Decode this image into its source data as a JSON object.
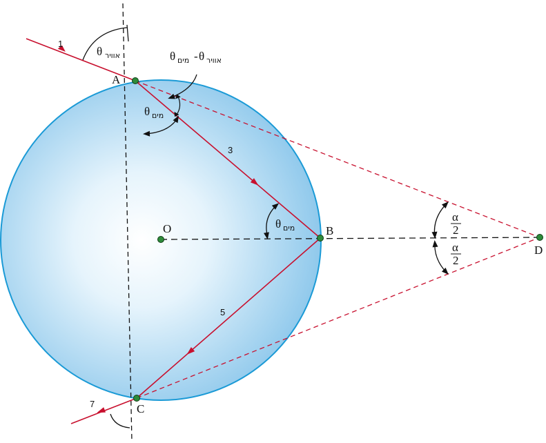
{
  "points": {
    "A": "A",
    "B": "B",
    "C": "C",
    "D": "D",
    "O": "O"
  },
  "rays": {
    "r1": "1",
    "r3": "3",
    "r5": "5",
    "r7": "7"
  },
  "angles": {
    "theta": "θ",
    "air": "אוויר",
    "water": "מים",
    "minus": "-",
    "alpha": "α",
    "two": "2"
  },
  "colors": {
    "drop_fill_center": "#ffffff",
    "drop_fill_edge": "#8cc8ec",
    "drop_stroke": "#1a9ad6",
    "ray": "#c8102e",
    "dashed": "#111111",
    "point": "#2e8b3a"
  }
}
